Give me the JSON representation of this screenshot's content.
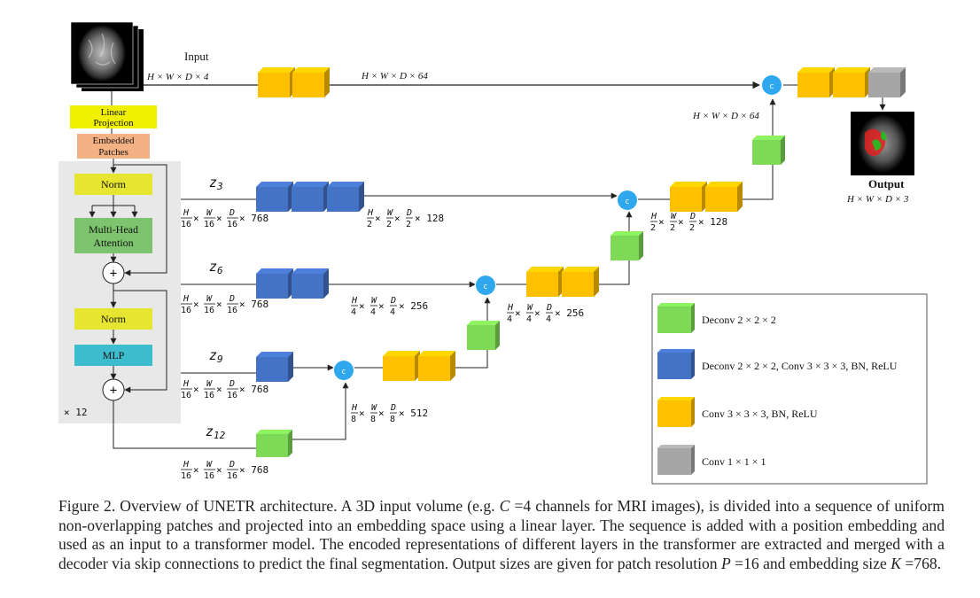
{
  "input": {
    "label": "Input",
    "size": "H × W × D × 4"
  },
  "encoder": {
    "linear": [
      "Linear",
      "Projection"
    ],
    "embedded": [
      "Embedded",
      "Patches"
    ],
    "norm1": "Norm",
    "mha": [
      "Multi-Head",
      "Attention"
    ],
    "plus": "+",
    "norm2": "Norm",
    "mlp": "MLP",
    "repeat": "× 12"
  },
  "skips": {
    "z3": "z",
    "z3_sub": "3",
    "z6": "z",
    "z6_sub": "6",
    "z9": "z",
    "z9_sub": "9",
    "z12": "z",
    "z12_sub": "12"
  },
  "sizes": {
    "top": "H × W × D × 64",
    "top_right": "H × W × D × 64",
    "enc_768_suffix": "× 768",
    "frac_16": [
      "H",
      "W",
      "D",
      "16"
    ],
    "frac_2_suffix": "× 128",
    "frac_4_suffix": "× 256",
    "frac_8_suffix": "× 512",
    "den_2": "2",
    "den_4": "4",
    "den_8": "8",
    "times": "×"
  },
  "output": {
    "label": "Output",
    "size": "H × W × D × 3"
  },
  "concat": "c",
  "legend": [
    {
      "color": "#7ed957",
      "text": "Deconv 2 × 2 × 2"
    },
    {
      "color": "#4472c4",
      "text": "Deconv 2 × 2 × 2,  Conv 3 × 3 × 3, BN, ReLU"
    },
    {
      "color": "#ffc000",
      "text": "Conv 3 × 3 × 3, BN, ReLU"
    },
    {
      "color": "#a6a6a6",
      "text": "Conv 1 × 1 × 1"
    }
  ],
  "caption": {
    "prefix": "Figure 2. Overview of UNETR architecture. A 3D input volume (e.g. ",
    "c_var": "C",
    "c_eq": " =4 channels for MRI images), is divided into a sequence of uniform non-overlapping patches and projected into an embedding space using a linear layer. The sequence is added with a position embedding and used as an input to a transformer model. The encoded representations of different layers in the transformer are extracted and merged with a decoder via skip connections to predict the final segmentation. Output sizes are given for patch resolution ",
    "p_var": "P",
    "p_eq": " =16 and embedding size ",
    "k_var": "K",
    "k_eq": " =768."
  },
  "colors": {
    "green": "#7ed957",
    "blue": "#4472c4",
    "yellow": "#ffc000",
    "gray": "#a6a6a6",
    "concat": "#2fa8f0",
    "linear": "#f0f000",
    "embedded": "#f4b183",
    "norm": "#e6e632",
    "mha": "#7ec46e",
    "mlp": "#3cbccc",
    "panel": "#e8e8e8"
  }
}
